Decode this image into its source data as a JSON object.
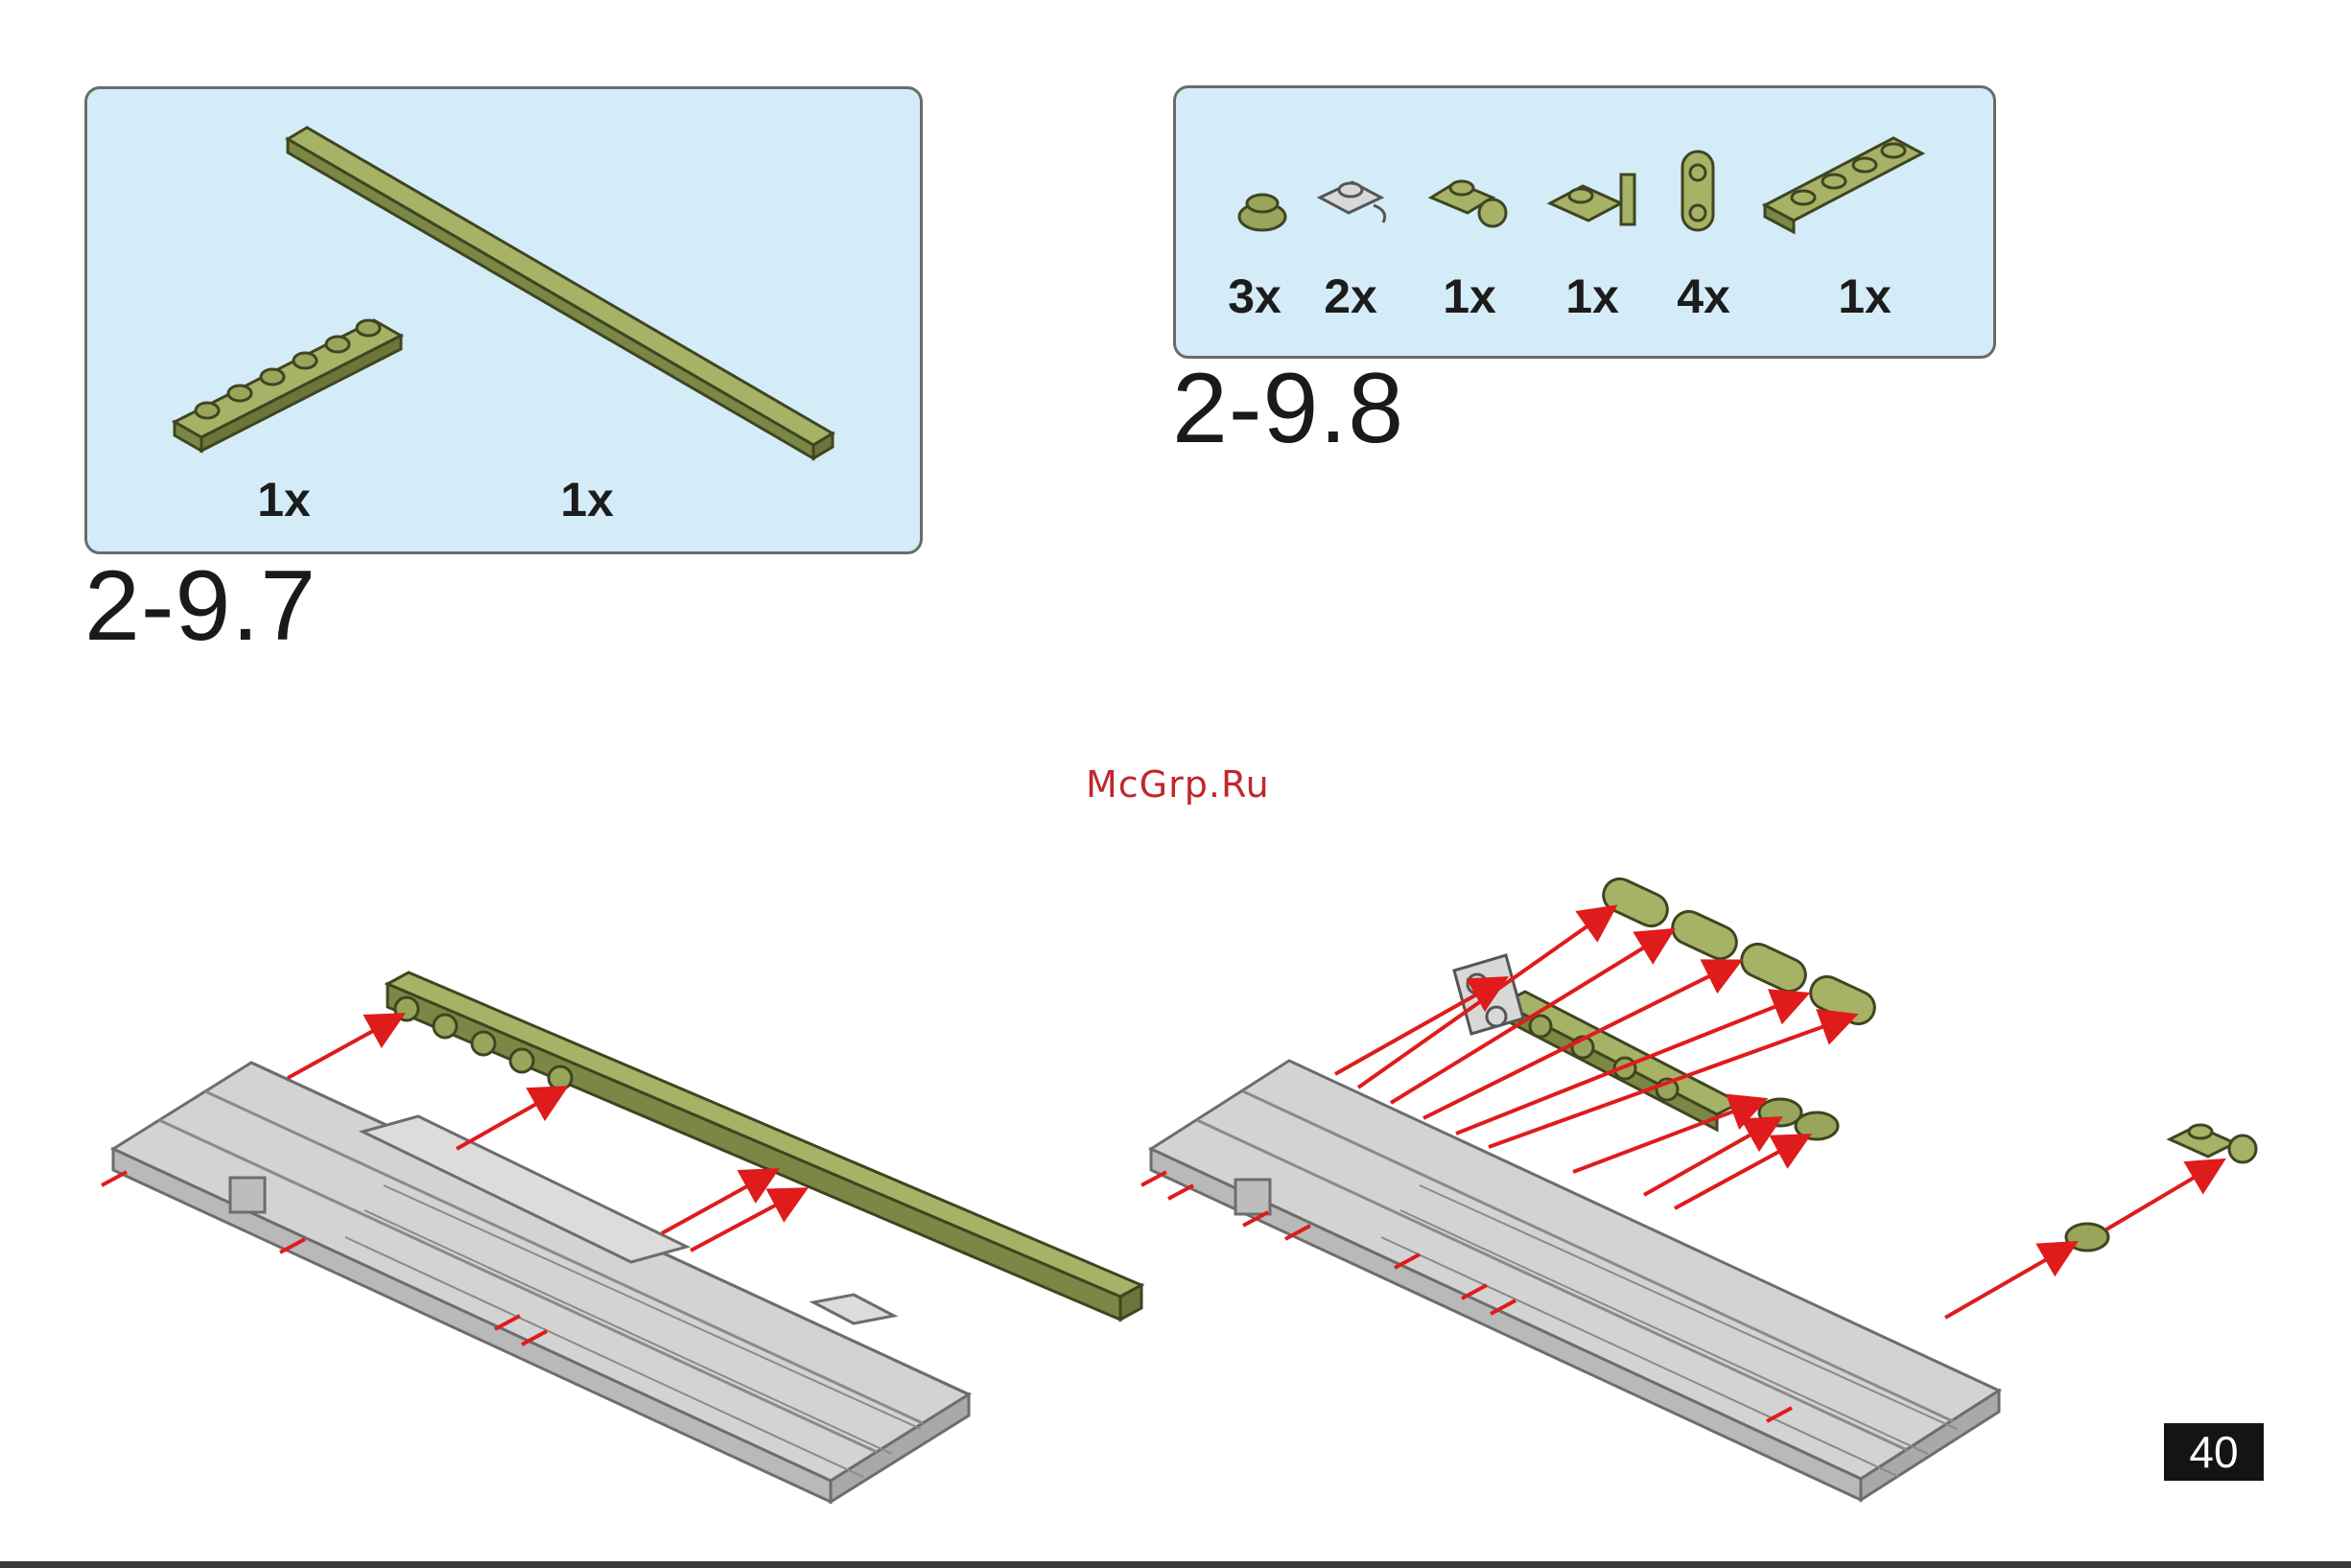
{
  "step_a": {
    "number": "2-9.7",
    "parts": [
      {
        "qty": "1x",
        "part": "green-plate-1x6"
      },
      {
        "qty": "1x",
        "part": "green-plate-1x16-long"
      }
    ]
  },
  "step_b": {
    "number": "2-9.8",
    "parts": [
      {
        "qty": "3x",
        "part": "green-round-plate-1x1"
      },
      {
        "qty": "2x",
        "part": "gray-plate-clip"
      },
      {
        "qty": "1x",
        "part": "green-plate-with-stud"
      },
      {
        "qty": "1x",
        "part": "green-bracket-plate"
      },
      {
        "qty": "4x",
        "part": "green-double-round-plate"
      },
      {
        "qty": "1x",
        "part": "green-plate-1x4"
      }
    ]
  },
  "watermark": "McGrp.Ru",
  "page_number": "40",
  "colors": {
    "panel_bg": "#d4ecf8",
    "part_green": "#8e9a50",
    "part_gray": "#c9c9c9",
    "arrow_red": "#e01b1b"
  }
}
